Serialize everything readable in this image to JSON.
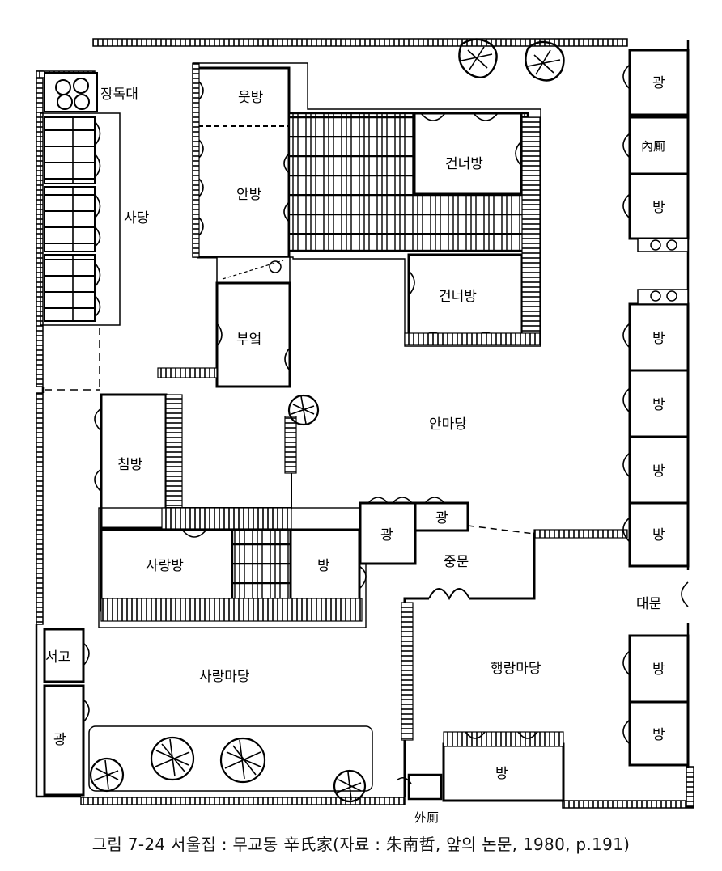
{
  "rooms": {
    "jangdokdae": "장독대",
    "sadang": "사당",
    "utbang": "웃방",
    "anbang": "안방",
    "geonneobang1": "건너방",
    "geonneobang2": "건너방",
    "bueok": "부엌",
    "chimbang": "침방",
    "sarangbang": "사랑방",
    "bang_center": "방",
    "gwang_center1": "광",
    "gwang_center2": "광",
    "jungmun": "중문",
    "anmadang": "안마당",
    "sarangmadang": "사랑마당",
    "haengrangmadang": "행랑마당",
    "seogo": "서고",
    "gwang_left": "광",
    "bang_bottom": "방",
    "oecheuk": "外厠",
    "gwang_right_top": "광",
    "naecheuk": "內厠",
    "bang_r1": "방",
    "bang_r2": "방",
    "bang_r3": "방",
    "bang_r4": "방",
    "bang_r5": "방",
    "daemun": "대문",
    "bang_r6": "방",
    "bang_r7": "방"
  },
  "caption": "그림 7-24   서울집 : 무교동 辛氏家(자료 : 朱南哲, 앞의 논문, 1980, p.191)"
}
